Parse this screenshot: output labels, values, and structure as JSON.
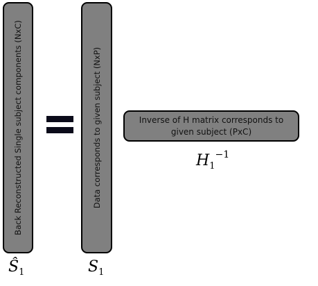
{
  "diagram": {
    "left_block": {
      "label": "Back Reconstructed Single  subject components (NxC)",
      "symbol_main": "Ŝ",
      "symbol_sub": "1"
    },
    "operator": "=",
    "middle_block": {
      "label": "Data corresponds to given subject (NxP)",
      "symbol_main": "S",
      "symbol_sub": "1"
    },
    "right_block": {
      "label_line1": "Inverse of H matrix corresponds to",
      "label_line2": "given subject (PxC)",
      "symbol_main": "H",
      "symbol_sub": "1",
      "symbol_sup": "−1"
    },
    "colors": {
      "block_fill": "#808080",
      "block_border": "#000000",
      "equals": "#0b0b1a"
    }
  }
}
